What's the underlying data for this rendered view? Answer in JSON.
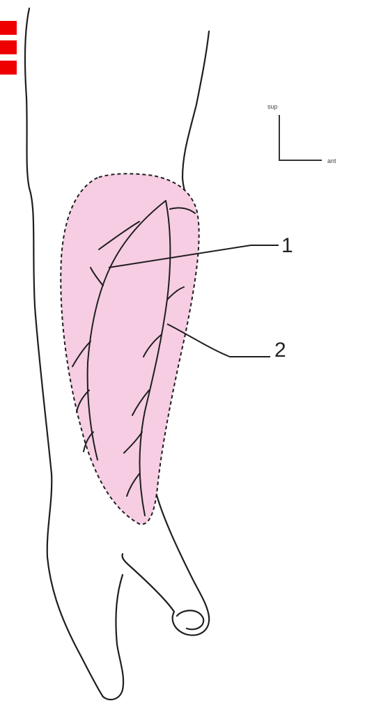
{
  "orientation": {
    "up_label": "sup",
    "right_label": "ant"
  },
  "callouts": {
    "label_1": "1",
    "label_2": "2"
  },
  "colors": {
    "flap_fill": "#f6cde3",
    "outline": "#1e1e1e",
    "marker": "#ee0000"
  }
}
